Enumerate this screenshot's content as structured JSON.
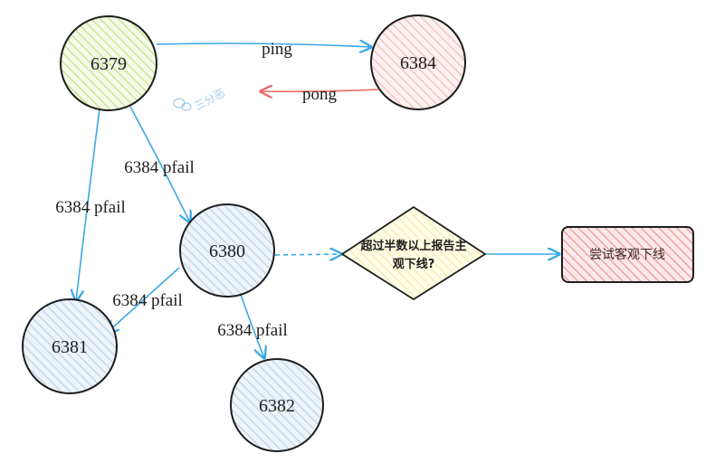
{
  "nodes": {
    "n6379": {
      "label": "6379",
      "fill": "#d6ec9a"
    },
    "n6384": {
      "label": "6384",
      "fill": "#f6c4c4"
    },
    "n6380": {
      "label": "6380",
      "fill": "#c9dcef"
    },
    "n6381": {
      "label": "6381",
      "fill": "#c9dcef"
    },
    "n6382": {
      "label": "6382",
      "fill": "#c9dcef"
    }
  },
  "edges": {
    "ping": "ping",
    "pong": "pong",
    "e_6379_6380": "6384 pfail",
    "e_6379_6381": "6384 pfail",
    "e_6380_6381": "6384 pfail",
    "e_6380_6382": "6384 pfail"
  },
  "decision": {
    "line1": "超过半数以上报告主",
    "line2": "观下线?",
    "fill": "#fbf6c6"
  },
  "action": {
    "label": "尝试客观下线",
    "fill": "#f4a6a6"
  },
  "watermark": "三分恶",
  "colors": {
    "arrow": "#3aa8e6",
    "pong": "#f06464",
    "stroke": "#1e1e1e"
  }
}
